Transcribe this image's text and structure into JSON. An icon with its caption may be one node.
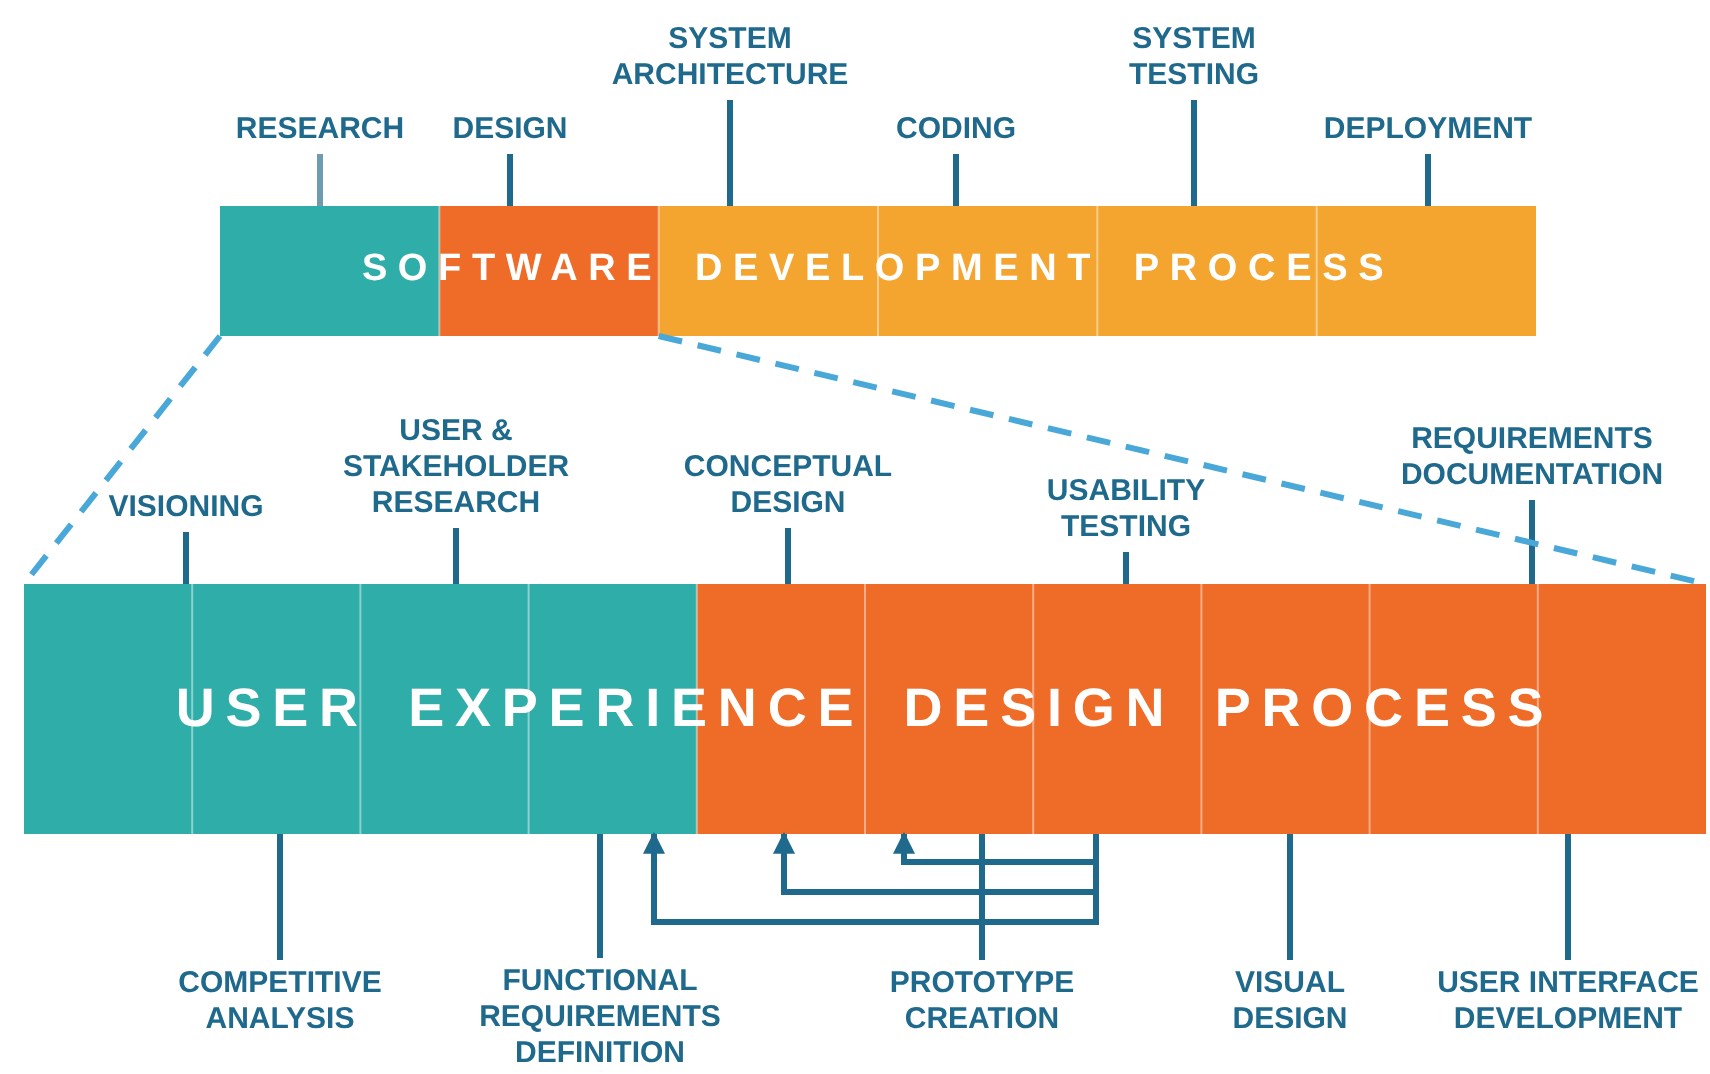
{
  "diagram": {
    "nodes": [
      {
        "text": [
          "RESEARCH"
        ]
      },
      {
        "text": [
          "DESIGN"
        ]
      },
      {
        "text": [
          "SYSTEM ARCHITECTURE"
        ]
      },
      {
        "text": [
          "CODING"
        ]
      },
      {
        "text": [
          "SYSTEM TESTING"
        ]
      },
      {
        "text": [
          "DEPLOYMENT"
        ]
      },
      {
        "text": [
          "SOFTWARE DEVELOPMENT PROCESS"
        ]
      },
      {
        "text": [
          "VISIONING"
        ]
      },
      {
        "text": [
          "USER & STAKEHOLDER RESEARCH"
        ]
      },
      {
        "text": [
          "CONCEPTUAL DESIGN"
        ]
      },
      {
        "text": [
          "USABILITY TESTING"
        ]
      },
      {
        "text": [
          "REQUIREMENTS DOCUMENTATION"
        ]
      },
      {
        "text": [
          "USER EXPERIENCE DESIGN PROCESS"
        ]
      },
      {
        "text": [
          "COMPETITIVE ANALYSIS"
        ]
      },
      {
        "text": [
          "FUNCTIONAL REQUIREMENTS DEFINITION"
        ]
      },
      {
        "text": [
          "PROTOTYPE CREATION"
        ]
      },
      {
        "text": [
          "VISUAL DESIGN"
        ]
      },
      {
        "text": [
          "USER INTERFACE DEVELOPMENT"
        ]
      }
    ],
    "edges": [
      {
        "from": 0,
        "to": 6,
        "arrow": "none",
        "color": "#6f9bb0"
      },
      {
        "from": 1,
        "to": 6,
        "arrow": "none"
      },
      {
        "from": 2,
        "to": 6,
        "arrow": "none"
      },
      {
        "from": 3,
        "to": 6,
        "arrow": "none"
      },
      {
        "from": 4,
        "to": 6,
        "arrow": "none"
      },
      {
        "from": 5,
        "to": 6,
        "arrow": "none"
      },
      {
        "from": 7,
        "to": 12,
        "arrow": "none"
      },
      {
        "from": 8,
        "to": 12,
        "arrow": "none"
      },
      {
        "from": 9,
        "to": 12,
        "arrow": "none"
      },
      {
        "from": 10,
        "to": 12,
        "arrow": "none"
      },
      {
        "from": 11,
        "to": 12,
        "arrow": "none"
      },
      {
        "from": 13,
        "to": 12,
        "arrow": "none"
      },
      {
        "from": 14,
        "to": 12,
        "arrow": "none"
      },
      {
        "from": 15,
        "to": 12,
        "arrow": "none"
      },
      {
        "from": 16,
        "to": 12,
        "arrow": "none"
      },
      {
        "from": 17,
        "to": 12,
        "arrow": "none"
      },
      {
        "from": 12,
        "to": 12,
        "arrow": "to"
      },
      {
        "from": 12,
        "to": 12,
        "arrow": "to"
      },
      {
        "from": 12,
        "to": 12,
        "arrow": "to"
      },
      {
        "from": 6,
        "to": 12,
        "arrow": "none",
        "style": "dashed",
        "color": "#4aa8d8"
      },
      {
        "from": 6,
        "to": 12,
        "arrow": "none",
        "style": "dashed",
        "color": "#4aa8d8"
      }
    ]
  }
}
